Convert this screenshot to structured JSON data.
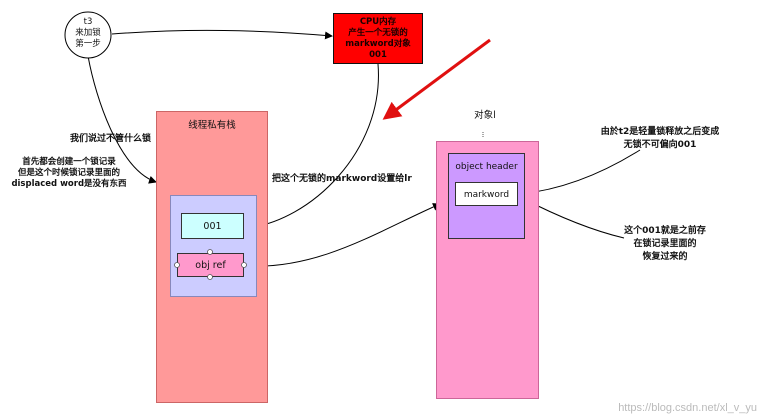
{
  "circle_label": [
    "t3",
    "来加锁",
    "第一步"
  ],
  "cpu_box_lines": [
    "CPU内存",
    "产生一个无锁的",
    "markword对象",
    "001"
  ],
  "thread_stack_title": "线程私有栈",
  "object_title": "对象l",
  "object_header_label": "object header",
  "markword_label": "markword",
  "lock_record_value": "001",
  "obj_ref_label": "obj ref",
  "annotations": {
    "dont_care_lock": "我们说过不管什么锁",
    "create_lock_record": [
      "首先都会创建一个锁记录",
      "但是这个时候锁记录里面的",
      "displaced word是没有东西"
    ],
    "set_markword": "把这个无锁的markword设置给lr",
    "t2_release": [
      "由於t2是轻量锁释放之后变成",
      "无锁不可偏向001"
    ],
    "restore_001": [
      "这个001就是之前存",
      "在锁记录里面的",
      "恢复过来的"
    ]
  },
  "watermark": "https://blog.csdn.net/xl_v_yu",
  "colors": {
    "cpu_box": "#ff0000",
    "thread_stack": "#ff9999",
    "stack_inner": "#ccccff",
    "lock_record": "#ccffff",
    "obj_ref": "#ff99cc",
    "object_area": "#ff99cc",
    "object_header": "#cc99ff",
    "highlight_arrow": "#ff0000"
  }
}
